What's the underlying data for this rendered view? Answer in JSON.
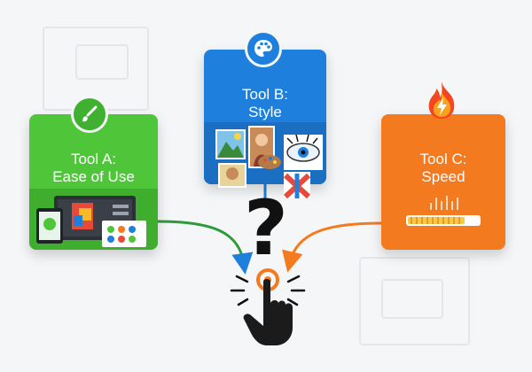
{
  "tools": [
    {
      "line1": "Tool A:",
      "line2": "Ease of Use",
      "color": "#4fc63a"
    },
    {
      "line1": "Tool B:",
      "line2": "Style",
      "color": "#1e7fdc"
    },
    {
      "line1": "Tool C:",
      "line2": "Speed",
      "color": "#f47a1f"
    }
  ],
  "icons": {
    "tool_a": "paintbrush-icon",
    "tool_b": "palette-icon",
    "tool_c": "flame-lightning-icon",
    "center": "pointing-hand-icon"
  },
  "question_mark": "?",
  "arrow_colors": {
    "left": "#2d9b3a",
    "middle": "#1e7fdc",
    "right": "#f47a1f"
  }
}
